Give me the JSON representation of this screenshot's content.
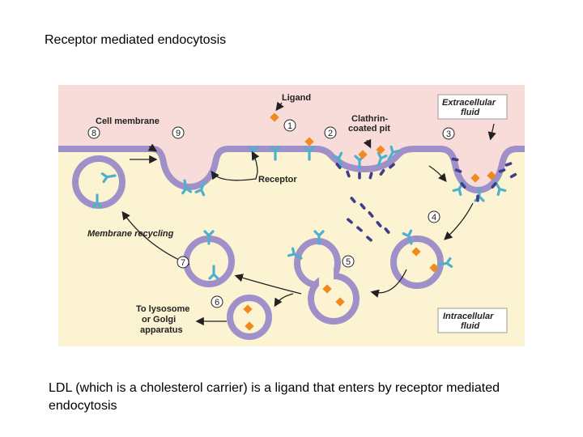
{
  "page": {
    "title": "Receptor mediated endocytosis",
    "caption": "LDL (which is a cholesterol carrier) is a ligand that enters by receptor mediated endocytosis"
  },
  "diagram": {
    "labels": {
      "ligand": "Ligand",
      "cell_membrane": "Cell membrane",
      "clathrin_line1": "Clathrin-",
      "clathrin_line2": "coated pit",
      "extracellular_line1": "Extracellular",
      "extracellular_line2": "fluid",
      "receptor": "Receptor",
      "membrane_recycling": "Membrane recycling",
      "lysosome_line1": "To lysosome",
      "lysosome_line2": "or Golgi",
      "lysosome_line3": "apparatus",
      "intracellular_line1": "Intracellular",
      "intracellular_line2": "fluid"
    },
    "steps": [
      "1",
      "2",
      "3",
      "4",
      "5",
      "6",
      "7",
      "8",
      "9"
    ],
    "colors": {
      "extracellular": "#f8dcd9",
      "intracellular": "#fbf3d2",
      "membrane": "#9f90c9",
      "receptor": "#4fb0cc",
      "ligand": "#ef8a1f",
      "clathrin": "#3f3e8c"
    }
  }
}
